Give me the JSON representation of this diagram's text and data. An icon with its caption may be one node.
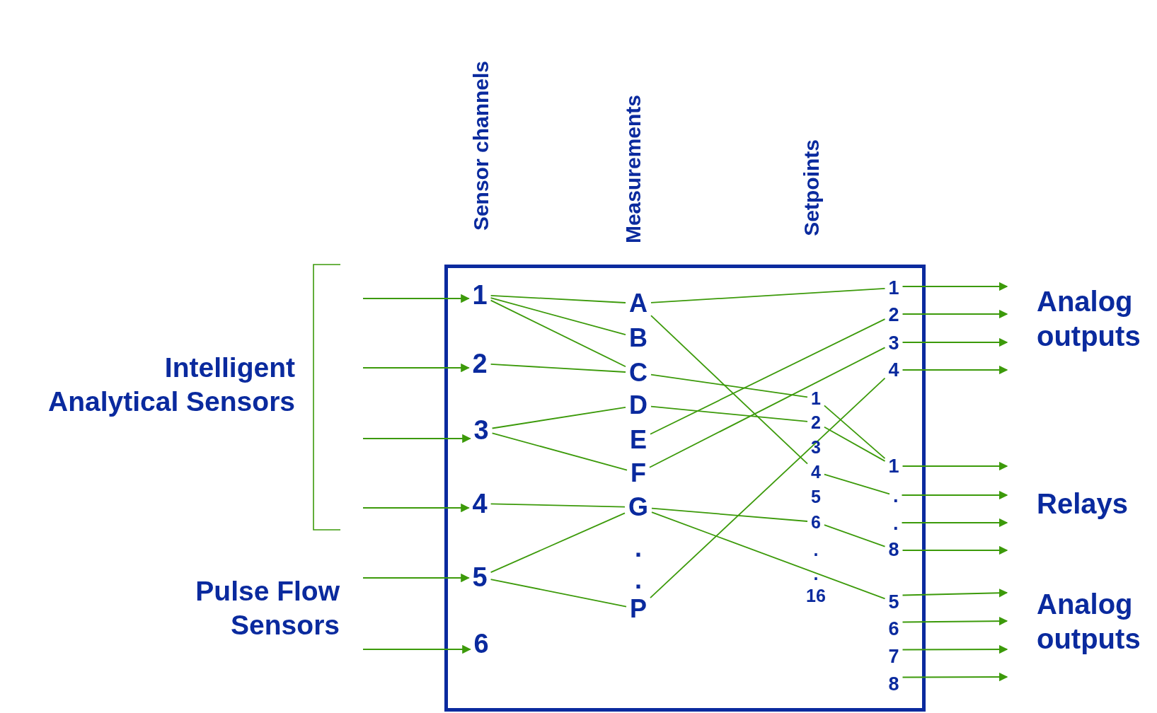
{
  "diagram": {
    "nodes": [
      {
        "text": [],
        "shape": "box"
      },
      {
        "text": [
          "1"
        ],
        "in": 0
      },
      {
        "text": [
          "2"
        ],
        "in": 0
      },
      {
        "text": [
          "3"
        ],
        "in": 0
      },
      {
        "text": [
          "4"
        ],
        "in": 0
      },
      {
        "text": [
          "5"
        ],
        "in": 0
      },
      {
        "text": [
          "6"
        ],
        "in": 0
      },
      {
        "text": [
          "A"
        ],
        "in": 0
      },
      {
        "text": [
          "B"
        ],
        "in": 0
      },
      {
        "text": [
          "C"
        ],
        "in": 0
      },
      {
        "text": [
          "D"
        ],
        "in": 0
      },
      {
        "text": [
          "E"
        ],
        "in": 0
      },
      {
        "text": [
          "F"
        ],
        "in": 0
      },
      {
        "text": [
          "G"
        ],
        "in": 0
      },
      {
        "text": [
          "P"
        ],
        "in": 0
      },
      {
        "text": [
          "1"
        ],
        "in": 0
      },
      {
        "text": [
          "2"
        ],
        "in": 0
      },
      {
        "text": [
          "4"
        ],
        "in": 0
      },
      {
        "text": [
          "6"
        ],
        "in": 0
      },
      {
        "text": [
          "1"
        ],
        "in": 0
      },
      {
        "text": [
          "2"
        ],
        "in": 0
      },
      {
        "text": [
          "3"
        ],
        "in": 0
      },
      {
        "text": [
          "4"
        ],
        "in": 0
      },
      {
        "text": [
          "1"
        ],
        "in": 0
      },
      {
        "text": [
          "."
        ],
        "in": 0
      },
      {
        "text": [
          "."
        ],
        "in": 0
      },
      {
        "text": [
          "8"
        ],
        "in": 0
      },
      {
        "text": [
          "5"
        ],
        "in": 0
      },
      {
        "text": [
          "6"
        ],
        "in": 0
      },
      {
        "text": [
          "7"
        ],
        "in": 0
      },
      {
        "text": [
          "8"
        ],
        "in": 0
      }
    ],
    "edges": [
      {
        "from": null,
        "to": 1,
        "arrow": "to"
      },
      {
        "from": null,
        "to": 2,
        "arrow": "to"
      },
      {
        "from": null,
        "to": 3,
        "arrow": "to"
      },
      {
        "from": null,
        "to": 4,
        "arrow": "to"
      },
      {
        "from": null,
        "to": 5,
        "arrow": "to"
      },
      {
        "from": null,
        "to": 6,
        "arrow": "to"
      },
      {
        "from": 1,
        "to": 7,
        "arrow": "none"
      },
      {
        "from": 1,
        "to": 8,
        "arrow": "none"
      },
      {
        "from": 1,
        "to": 9,
        "arrow": "none"
      },
      {
        "from": 2,
        "to": 9,
        "arrow": "none"
      },
      {
        "from": 3,
        "to": 10,
        "arrow": "none"
      },
      {
        "from": 3,
        "to": 12,
        "arrow": "none"
      },
      {
        "from": 4,
        "to": 13,
        "arrow": "none"
      },
      {
        "from": 5,
        "to": 13,
        "arrow": "none"
      },
      {
        "from": 5,
        "to": 14,
        "arrow": "none"
      },
      {
        "from": 7,
        "to": 19,
        "arrow": "none"
      },
      {
        "from": 7,
        "to": 17,
        "arrow": "none"
      },
      {
        "from": 9,
        "to": 15,
        "arrow": "none"
      },
      {
        "from": 10,
        "to": 16,
        "arrow": "none"
      },
      {
        "from": 11,
        "to": 20,
        "arrow": "none"
      },
      {
        "from": 12,
        "to": 21,
        "arrow": "none"
      },
      {
        "from": 13,
        "to": 18,
        "arrow": "none"
      },
      {
        "from": 13,
        "to": 27,
        "arrow": "none"
      },
      {
        "from": 14,
        "to": 22,
        "arrow": "none"
      },
      {
        "from": 15,
        "to": 23,
        "arrow": "none"
      },
      {
        "from": 16,
        "to": 23,
        "arrow": "none"
      },
      {
        "from": 17,
        "to": 24,
        "arrow": "none"
      },
      {
        "from": 18,
        "to": 26,
        "arrow": "none"
      },
      {
        "from": 19,
        "to": null,
        "arrow": "to"
      },
      {
        "from": 20,
        "to": null,
        "arrow": "to"
      },
      {
        "from": 21,
        "to": null,
        "arrow": "to"
      },
      {
        "from": 22,
        "to": null,
        "arrow": "to"
      },
      {
        "from": 23,
        "to": null,
        "arrow": "to"
      },
      {
        "from": 24,
        "to": null,
        "arrow": "to"
      },
      {
        "from": 25,
        "to": null,
        "arrow": "to"
      },
      {
        "from": 26,
        "to": null,
        "arrow": "to"
      },
      {
        "from": 27,
        "to": null,
        "arrow": "to"
      },
      {
        "from": 28,
        "to": null,
        "arrow": "to"
      },
      {
        "from": 29,
        "to": null,
        "arrow": "to"
      },
      {
        "from": 30,
        "to": null,
        "arrow": "to"
      }
    ],
    "labels": [
      "Sensor channels",
      "Measurements",
      "Setpoints",
      "Analog outputs",
      "Intelligent Analytical Sensors",
      "Relays",
      "Pulse Flow Sensors",
      "Analog outputs",
      ".",
      ".",
      "3",
      "5",
      ".",
      ".",
      "16"
    ]
  }
}
